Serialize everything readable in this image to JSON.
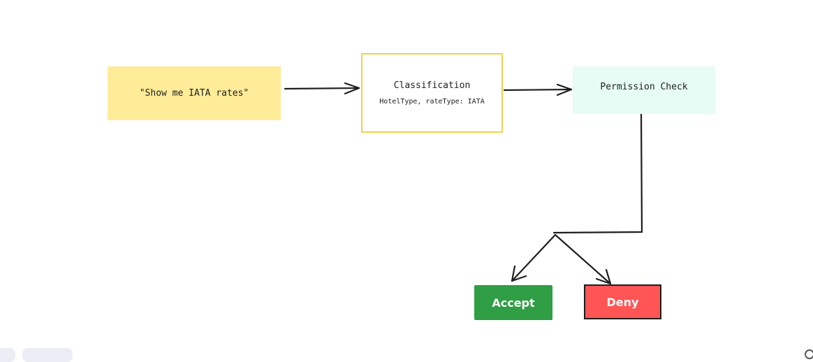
{
  "diagram": {
    "nodes": {
      "input": {
        "label": "\"Show me IATA rates\""
      },
      "classification": {
        "title": "Classification",
        "subtitle": "HotelType, rateType: IATA"
      },
      "permission": {
        "label": "Permission Check"
      },
      "accept": {
        "label": "Accept"
      },
      "deny": {
        "label": "Deny"
      }
    },
    "edges": [
      {
        "from": "input",
        "to": "classification"
      },
      {
        "from": "classification",
        "to": "permission"
      },
      {
        "from": "permission",
        "to": "accept"
      },
      {
        "from": "permission",
        "to": "deny"
      }
    ]
  },
  "colors": {
    "input_fill": "#ffec99",
    "classification_stroke": "#f0d04c",
    "permission_fill": "#e6fcf5",
    "accept_fill": "#2f9e44",
    "deny_fill": "#ff5555",
    "arrow": "#1e1e1e"
  }
}
